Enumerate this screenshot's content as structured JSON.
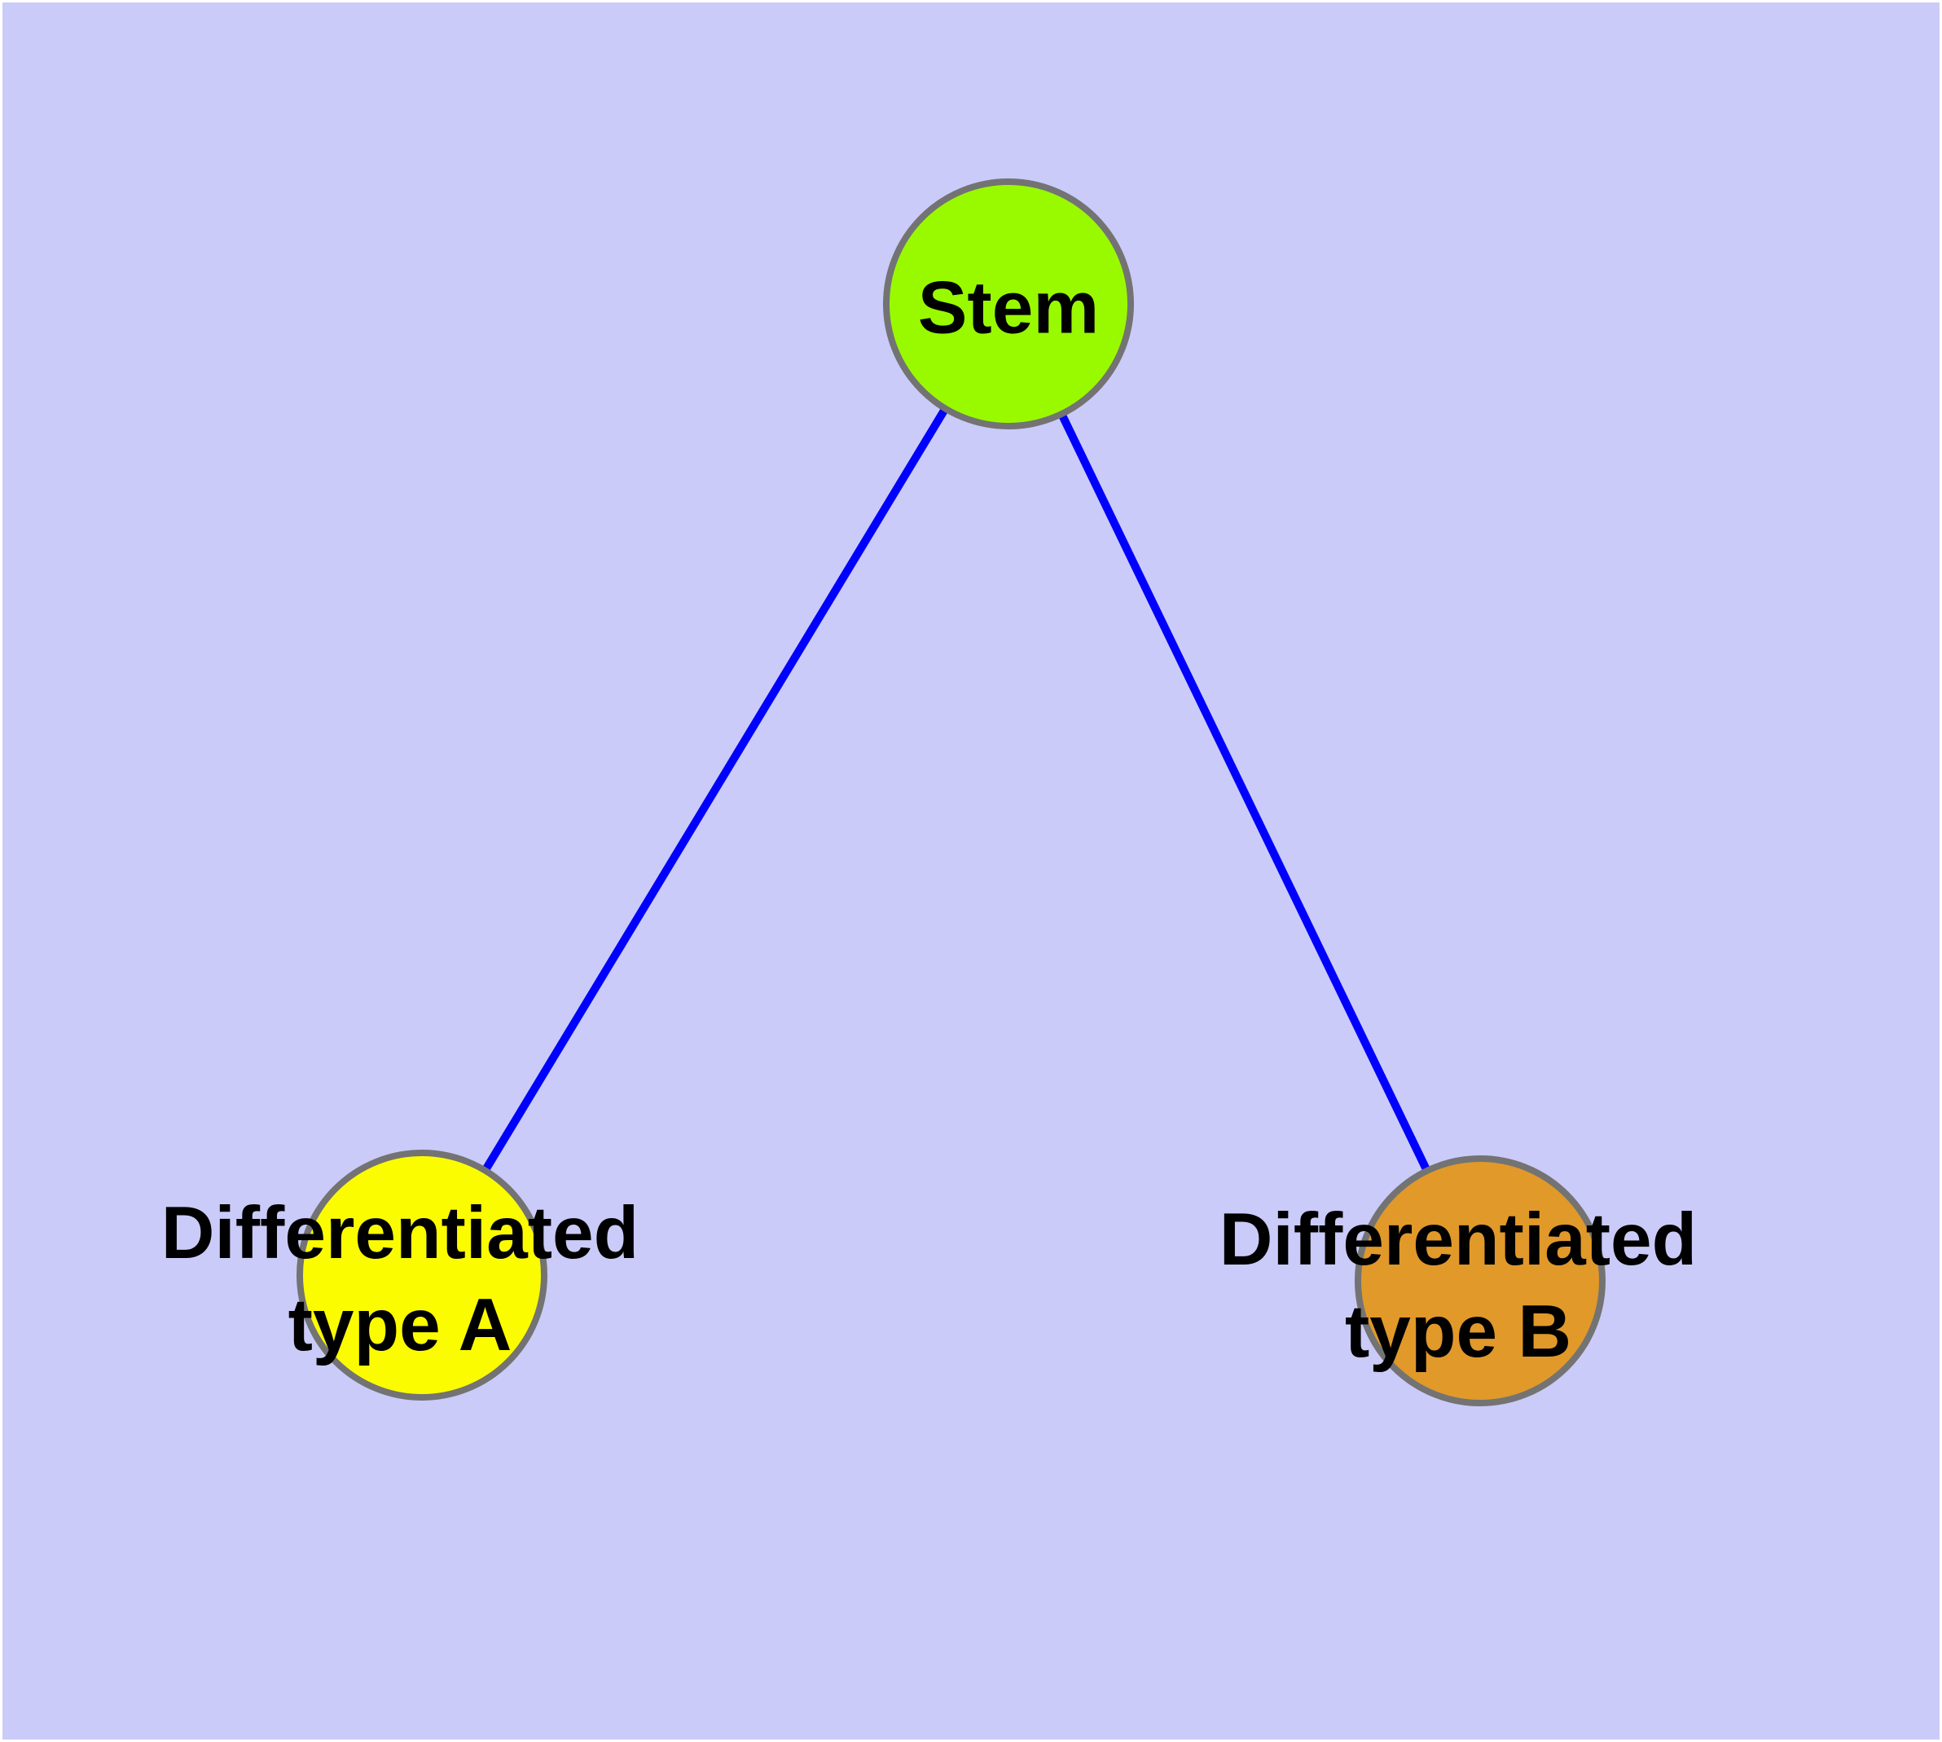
{
  "colors": {
    "background": "#CBCBF9",
    "frame": "#FFFFFF",
    "edge": "#0000FE",
    "node_border": "#737373",
    "label_text": "#000000"
  },
  "nodes": {
    "stem": {
      "label": "Stem",
      "fill": "#99FA00"
    },
    "type_a": {
      "label_line1": "Differentiated",
      "label_line2": "type A",
      "fill": "#FCFC00"
    },
    "type_b": {
      "label_line1": "Differentiated",
      "label_line2": "type B",
      "fill": "#E1992A"
    }
  },
  "edges": [
    {
      "from": "Stem",
      "to": "Differentiated type A"
    },
    {
      "from": "Stem",
      "to": "Differentiated type B"
    }
  ]
}
